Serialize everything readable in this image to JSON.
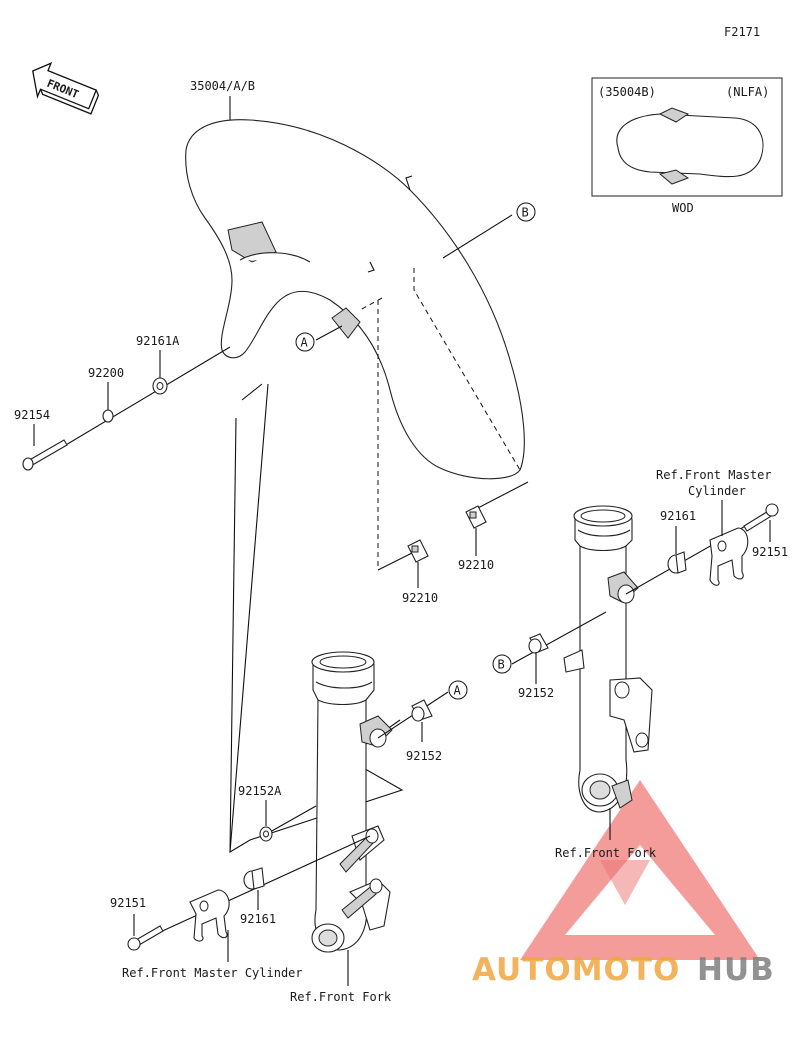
{
  "figure_code": "F2171",
  "front_arrow": "FRONT",
  "inset": {
    "part": "(35004B)",
    "region": "(NLFA)",
    "caption": "WOD"
  },
  "labels": {
    "fender": "35004/A/B",
    "bushing_a": "92161A",
    "washer": "92200",
    "bolt_left": "92154",
    "nut_upper": "92210",
    "nut_lower": "92210",
    "bushing_r": "92161",
    "bolt_r": "92151",
    "collar_r": "92152",
    "collar_l": "92152",
    "collar_la": "92152A",
    "bushing_l": "92161",
    "bolt_l": "92151",
    "ref_mc_right_1": "Ref.Front Master",
    "ref_mc_right_2": "Cylinder",
    "ref_fork_right": "Ref.Front Fork",
    "ref_mc_left": "Ref.Front Master Cylinder",
    "ref_fork_left": "Ref.Front Fork"
  },
  "callouts": {
    "a": "A",
    "b": "B"
  },
  "watermark": {
    "text_orange": "AUTOMOTO",
    "text_gray": "HUB",
    "color_orange": "#f2a640",
    "color_gray": "#808080",
    "color_triangle": "#e8423f"
  }
}
